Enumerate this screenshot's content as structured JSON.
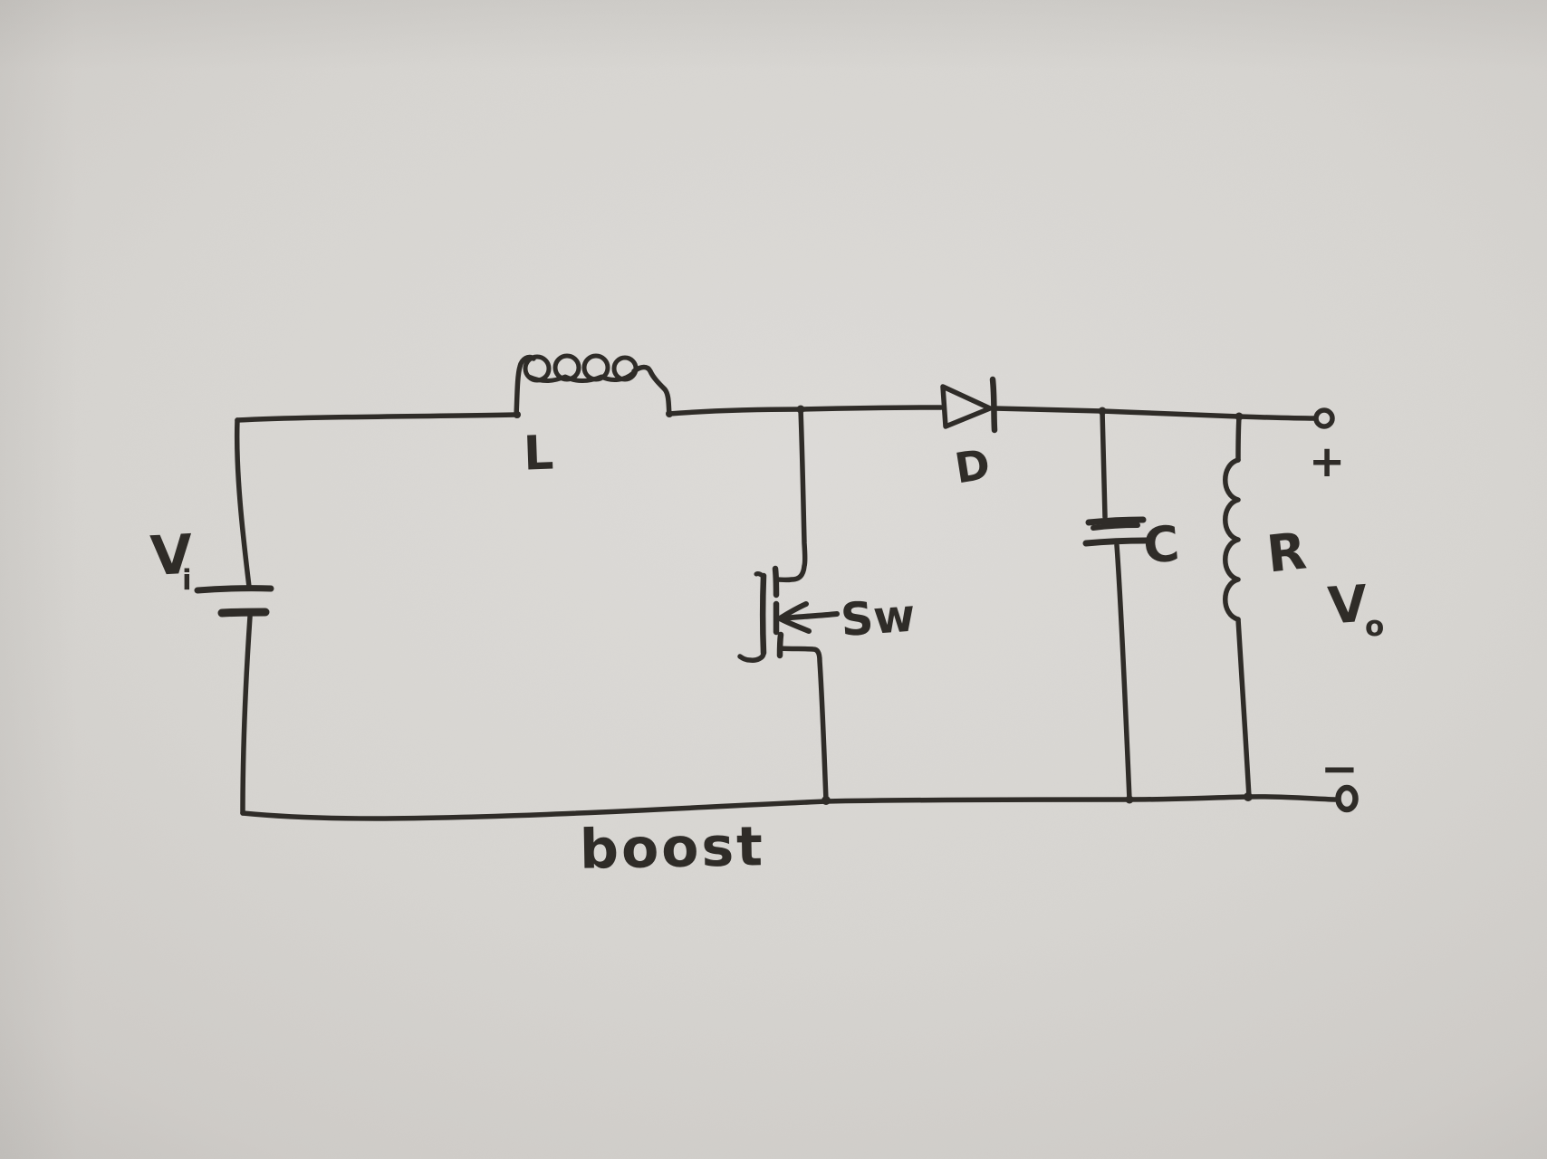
{
  "labels": {
    "source_main": "V",
    "source_sub": "i",
    "inductor": "L",
    "switch": "Sw",
    "diode": "D",
    "capacitor": "C",
    "resistor": "R",
    "output_main": "V",
    "output_sub": "o",
    "plus": "+",
    "minus": "−",
    "caption": "boost"
  },
  "colors": {
    "ink": "#2f2c28",
    "paper": "#d9d7d3"
  }
}
